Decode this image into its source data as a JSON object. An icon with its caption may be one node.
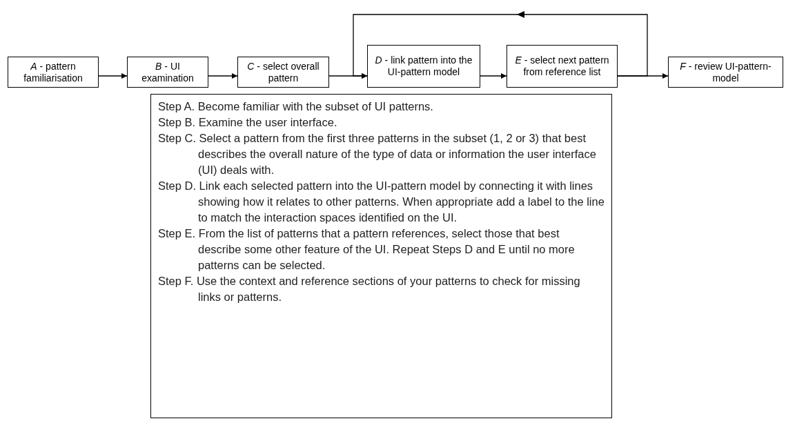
{
  "diagram": {
    "nodes": [
      {
        "text": [
          "*A* - pattern familiarisation"
        ]
      },
      {
        "text": [
          "*B* - UI examination"
        ]
      },
      {
        "text": [
          "*C* - select overall pattern"
        ]
      },
      {
        "text": [
          "*D* - link pattern into the UI-pattern model"
        ]
      },
      {
        "text": [
          "*E* - select next pattern from reference list"
        ]
      },
      {
        "text": [
          "*F* - review UI-pattern-model"
        ]
      },
      {
        "text": [
          "Step A. Become familiar with the subset of UI patterns.",
          "Step B. Examine the user interface.",
          "Step C. Select a pattern from the first three patterns in the subset (1, 2 or 3) that best describes the overall nature of the type of data or information the user interface (UI) deals with.",
          "Step D. Link each selected pattern into the UI-pattern model by connecting it with lines showing how it relates to other patterns. When appropriate add a label to the line to match the interaction spaces identified on the UI.",
          "Step E. From the list of patterns that a pattern references, select those that best describe some other feature of the UI. Repeat Steps D and E until no more patterns can be selected.",
          "Step F. Use the context and reference sections of your patterns to check for missing links or patterns."
        ]
      }
    ],
    "edges": [
      {
        "from": 0,
        "to": 1,
        "arrow": "to"
      },
      {
        "from": 1,
        "to": 2,
        "arrow": "to"
      },
      {
        "from": 2,
        "to": 3,
        "arrow": "to"
      },
      {
        "from": 3,
        "to": 4,
        "arrow": "to"
      },
      {
        "from": 4,
        "to": 5,
        "arrow": "to"
      },
      {
        "from": 4,
        "to": 3,
        "arrow": "to"
      }
    ]
  }
}
